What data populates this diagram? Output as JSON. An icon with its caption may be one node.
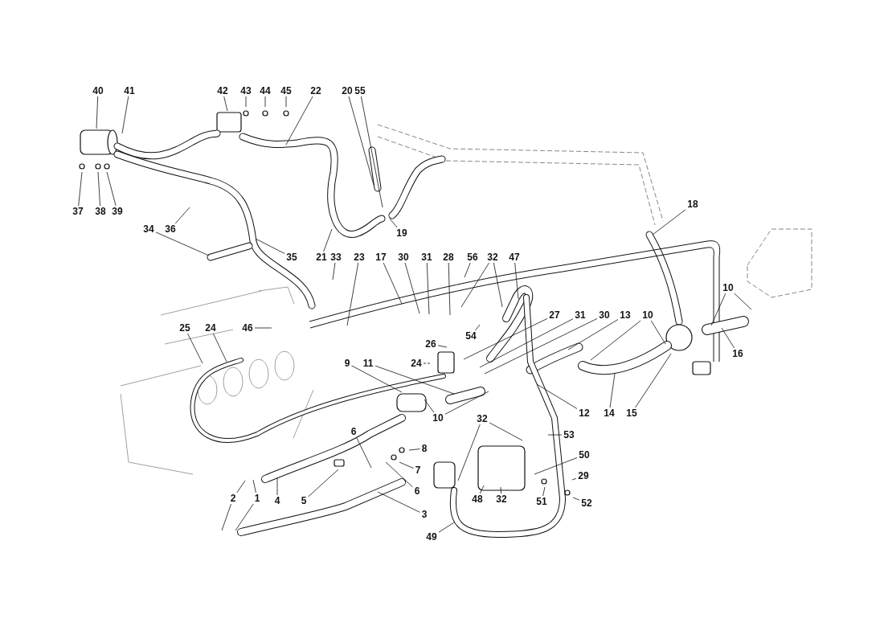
{
  "diagram": {
    "nodes": [
      {
        "text": [
          "40"
        ]
      },
      {
        "text": [
          "41"
        ]
      },
      {
        "text": [
          "42"
        ]
      },
      {
        "text": [
          "43"
        ]
      },
      {
        "text": [
          "44"
        ]
      },
      {
        "text": [
          "45"
        ]
      },
      {
        "text": [
          "22"
        ]
      },
      {
        "text": [
          "20"
        ]
      },
      {
        "text": [
          "55"
        ]
      },
      {
        "text": [
          "18"
        ]
      },
      {
        "text": [
          "37"
        ]
      },
      {
        "text": [
          "38"
        ]
      },
      {
        "text": [
          "39"
        ]
      },
      {
        "text": [
          "34"
        ]
      },
      {
        "text": [
          "36"
        ]
      },
      {
        "text": [
          "19"
        ]
      },
      {
        "text": [
          "35"
        ]
      },
      {
        "text": [
          "21"
        ]
      },
      {
        "text": [
          "33"
        ]
      },
      {
        "text": [
          "23"
        ]
      },
      {
        "text": [
          "17"
        ]
      },
      {
        "text": [
          "30"
        ]
      },
      {
        "text": [
          "31"
        ]
      },
      {
        "text": [
          "28"
        ]
      },
      {
        "text": [
          "56"
        ]
      },
      {
        "text": [
          "32"
        ]
      },
      {
        "text": [
          "47"
        ]
      },
      {
        "text": [
          "10"
        ]
      },
      {
        "text": [
          "27"
        ]
      },
      {
        "text": [
          "31"
        ]
      },
      {
        "text": [
          "30"
        ]
      },
      {
        "text": [
          "13"
        ]
      },
      {
        "text": [
          "10"
        ]
      },
      {
        "text": [
          "25"
        ]
      },
      {
        "text": [
          "24"
        ]
      },
      {
        "text": [
          "46"
        ]
      },
      {
        "text": [
          "54"
        ]
      },
      {
        "text": [
          "26"
        ]
      },
      {
        "text": [
          "16"
        ]
      },
      {
        "text": [
          "9"
        ]
      },
      {
        "text": [
          "11"
        ]
      },
      {
        "text": [
          "24"
        ]
      },
      {
        "text": [
          "12"
        ]
      },
      {
        "text": [
          "14"
        ]
      },
      {
        "text": [
          "15"
        ]
      },
      {
        "text": [
          "10"
        ]
      },
      {
        "text": [
          "32"
        ]
      },
      {
        "text": [
          "6"
        ]
      },
      {
        "text": [
          "53"
        ]
      },
      {
        "text": [
          "8"
        ]
      },
      {
        "text": [
          "50"
        ]
      },
      {
        "text": [
          "7"
        ]
      },
      {
        "text": [
          "29"
        ]
      },
      {
        "text": [
          "6"
        ]
      },
      {
        "text": [
          "2"
        ]
      },
      {
        "text": [
          "1"
        ]
      },
      {
        "text": [
          "4"
        ]
      },
      {
        "text": [
          "5"
        ]
      },
      {
        "text": [
          "48"
        ]
      },
      {
        "text": [
          "32"
        ]
      },
      {
        "text": [
          "51"
        ]
      },
      {
        "text": [
          "52"
        ]
      },
      {
        "text": [
          "3"
        ]
      },
      {
        "text": [
          "49"
        ]
      }
    ],
    "edges": [
      {
        "from": 0,
        "to": null,
        "arrow": "none"
      },
      {
        "from": 1,
        "to": null,
        "arrow": "none"
      },
      {
        "from": 2,
        "to": null,
        "arrow": "none"
      },
      {
        "from": 3,
        "to": null,
        "arrow": "none"
      },
      {
        "from": 4,
        "to": null,
        "arrow": "none"
      },
      {
        "from": 5,
        "to": null,
        "arrow": "none"
      },
      {
        "from": 6,
        "to": null,
        "arrow": "none"
      },
      {
        "from": 7,
        "to": null,
        "arrow": "none"
      },
      {
        "from": 8,
        "to": null,
        "arrow": "none"
      },
      {
        "from": 9,
        "to": null,
        "arrow": "none"
      },
      {
        "from": 10,
        "to": null,
        "arrow": "none"
      },
      {
        "from": 11,
        "to": null,
        "arrow": "none"
      },
      {
        "from": 12,
        "to": null,
        "arrow": "none"
      },
      {
        "from": 13,
        "to": null,
        "arrow": "none"
      },
      {
        "from": 14,
        "to": null,
        "arrow": "none"
      },
      {
        "from": 15,
        "to": null,
        "arrow": "none"
      },
      {
        "from": 16,
        "to": null,
        "arrow": "none"
      },
      {
        "from": 17,
        "to": null,
        "arrow": "none"
      },
      {
        "from": 18,
        "to": null,
        "arrow": "none"
      },
      {
        "from": 19,
        "to": null,
        "arrow": "none"
      },
      {
        "from": 20,
        "to": null,
        "arrow": "none"
      },
      {
        "from": 21,
        "to": null,
        "arrow": "none"
      },
      {
        "from": 22,
        "to": null,
        "arrow": "none"
      },
      {
        "from": 23,
        "to": null,
        "arrow": "none"
      },
      {
        "from": 24,
        "to": null,
        "arrow": "none"
      },
      {
        "from": 25,
        "to": null,
        "arrow": "none"
      },
      {
        "from": 25,
        "to": null,
        "arrow": "none"
      },
      {
        "from": 26,
        "to": null,
        "arrow": "none"
      },
      {
        "from": 27,
        "to": null,
        "arrow": "none"
      },
      {
        "from": 27,
        "to": null,
        "arrow": "none"
      },
      {
        "from": 28,
        "to": null,
        "arrow": "none"
      },
      {
        "from": 29,
        "to": null,
        "arrow": "none"
      },
      {
        "from": 30,
        "to": null,
        "arrow": "none"
      },
      {
        "from": 31,
        "to": null,
        "arrow": "none"
      },
      {
        "from": 32,
        "to": null,
        "arrow": "none"
      },
      {
        "from": 32,
        "to": null,
        "arrow": "none"
      },
      {
        "from": 33,
        "to": null,
        "arrow": "none"
      },
      {
        "from": 34,
        "to": null,
        "arrow": "none"
      },
      {
        "from": 35,
        "to": null,
        "arrow": "none"
      },
      {
        "from": 36,
        "to": null,
        "arrow": "none"
      },
      {
        "from": 37,
        "to": null,
        "arrow": "none"
      },
      {
        "from": 38,
        "to": null,
        "arrow": "none"
      },
      {
        "from": 39,
        "to": null,
        "arrow": "none"
      },
      {
        "from": 40,
        "to": null,
        "arrow": "none"
      },
      {
        "from": 41,
        "to": null,
        "arrow": "none",
        "style": "dashed"
      },
      {
        "from": 42,
        "to": null,
        "arrow": "none"
      },
      {
        "from": 43,
        "to": null,
        "arrow": "none"
      },
      {
        "from": 44,
        "to": null,
        "arrow": "none"
      },
      {
        "from": 45,
        "to": null,
        "arrow": "none"
      },
      {
        "from": 45,
        "to": null,
        "arrow": "none"
      },
      {
        "from": 46,
        "to": null,
        "arrow": "none"
      },
      {
        "from": 46,
        "to": null,
        "arrow": "none"
      },
      {
        "from": 47,
        "to": null,
        "arrow": "none"
      },
      {
        "from": 48,
        "to": null,
        "arrow": "none"
      },
      {
        "from": 49,
        "to": null,
        "arrow": "none"
      },
      {
        "from": 50,
        "to": null,
        "arrow": "none"
      },
      {
        "from": 51,
        "to": null,
        "arrow": "none"
      },
      {
        "from": 52,
        "to": null,
        "arrow": "none"
      },
      {
        "from": 53,
        "to": null,
        "arrow": "none"
      },
      {
        "from": 54,
        "to": null,
        "arrow": "none"
      },
      {
        "from": 54,
        "to": null,
        "arrow": "none"
      },
      {
        "from": 55,
        "to": null,
        "arrow": "none"
      },
      {
        "from": 55,
        "to": null,
        "arrow": "none"
      },
      {
        "from": 56,
        "to": null,
        "arrow": "none"
      },
      {
        "from": 57,
        "to": null,
        "arrow": "none"
      },
      {
        "from": 58,
        "to": null,
        "arrow": "none"
      },
      {
        "from": 59,
        "to": null,
        "arrow": "none"
      },
      {
        "from": 60,
        "to": null,
        "arrow": "none"
      },
      {
        "from": 61,
        "to": null,
        "arrow": "none"
      },
      {
        "from": 62,
        "to": null,
        "arrow": "none"
      },
      {
        "from": 63,
        "to": null,
        "arrow": "none"
      }
    ]
  }
}
